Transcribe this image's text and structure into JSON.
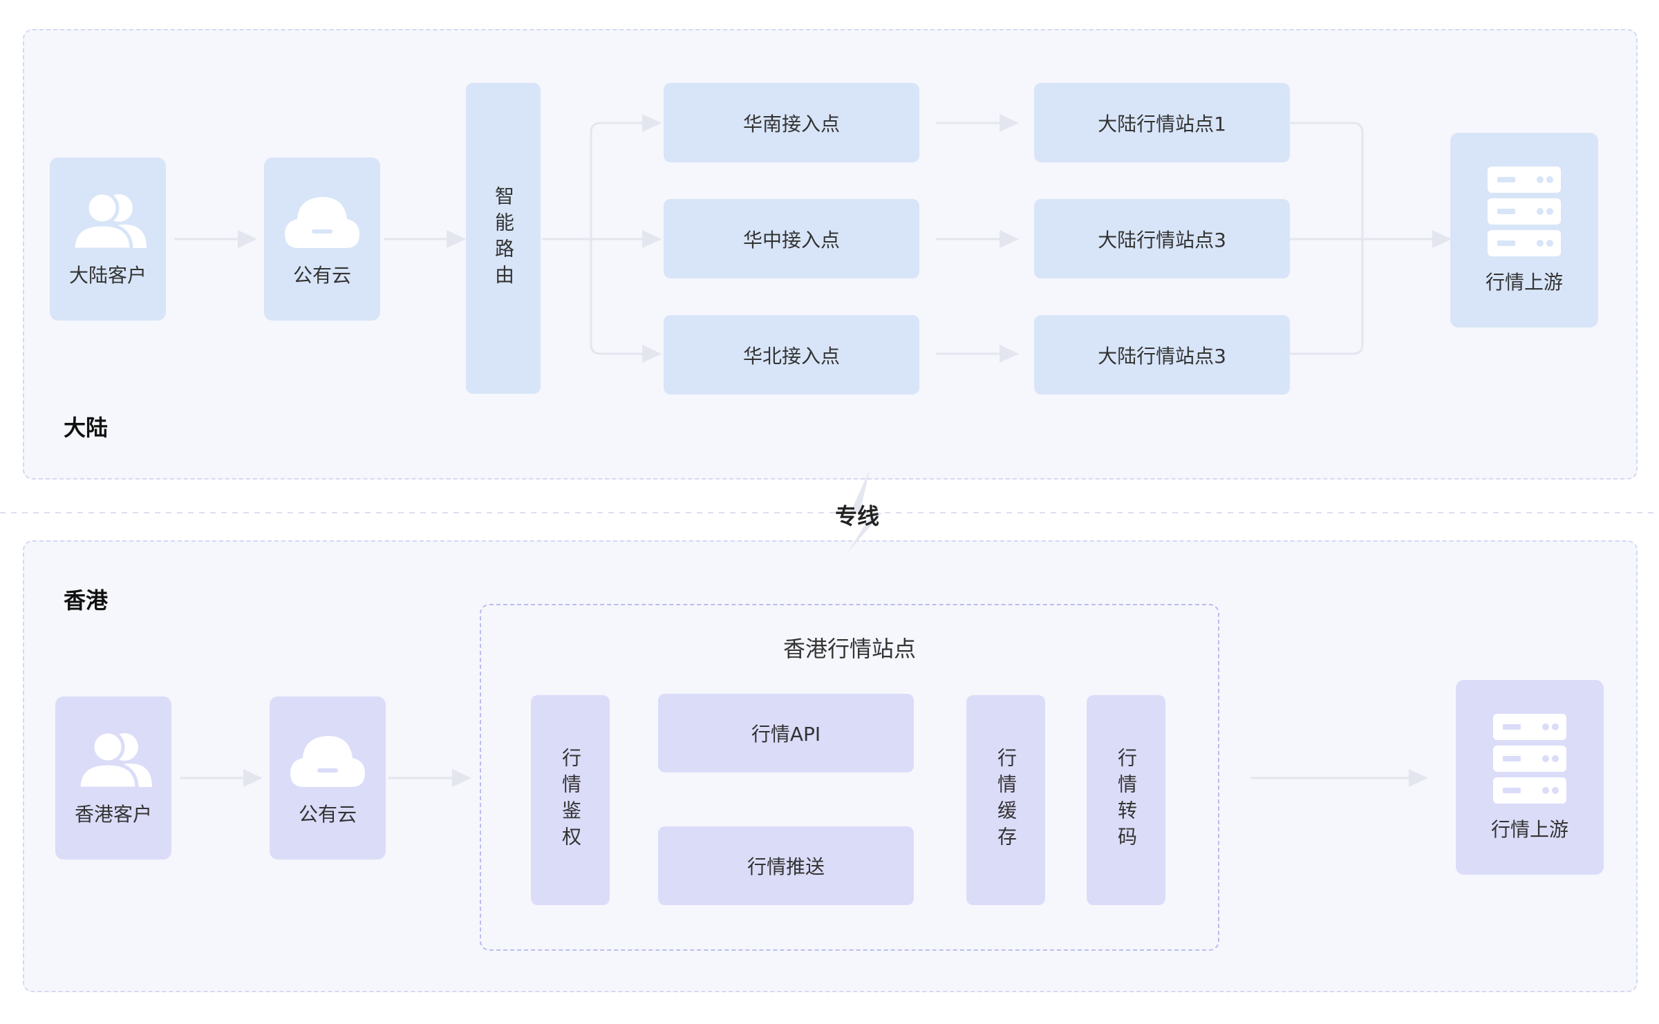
{
  "mainland": {
    "region_label": "大陆",
    "client": {
      "label": "大陆客户",
      "icon": "users-icon"
    },
    "cloud": {
      "label": "公有云",
      "icon": "cloud-icon"
    },
    "router": {
      "label": "智能路由"
    },
    "access_points": [
      "华南接入点",
      "华中接入点",
      "华北接入点"
    ],
    "stations": [
      "大陆行情站点1",
      "大陆行情站点3",
      "大陆行情站点3"
    ],
    "upstream": {
      "label": "行情上游",
      "icon": "server-icon"
    }
  },
  "link": {
    "label": "专线"
  },
  "hongkong": {
    "region_label": "香港",
    "client": {
      "label": "香港客户",
      "icon": "users-icon"
    },
    "cloud": {
      "label": "公有云",
      "icon": "cloud-icon"
    },
    "station": {
      "title": "香港行情站点",
      "auth": "行情鉴权",
      "api": "行情API",
      "push": "行情推送",
      "cache": "行情缓存",
      "transcode": "行情转码"
    },
    "upstream": {
      "label": "行情上游",
      "icon": "server-icon"
    }
  },
  "colors": {
    "region_bg": "#f6f7fc",
    "mainland_node": "#d8e5f8",
    "hongkong_node": "#dbdcf8",
    "arrow": "#e3e6ee"
  }
}
